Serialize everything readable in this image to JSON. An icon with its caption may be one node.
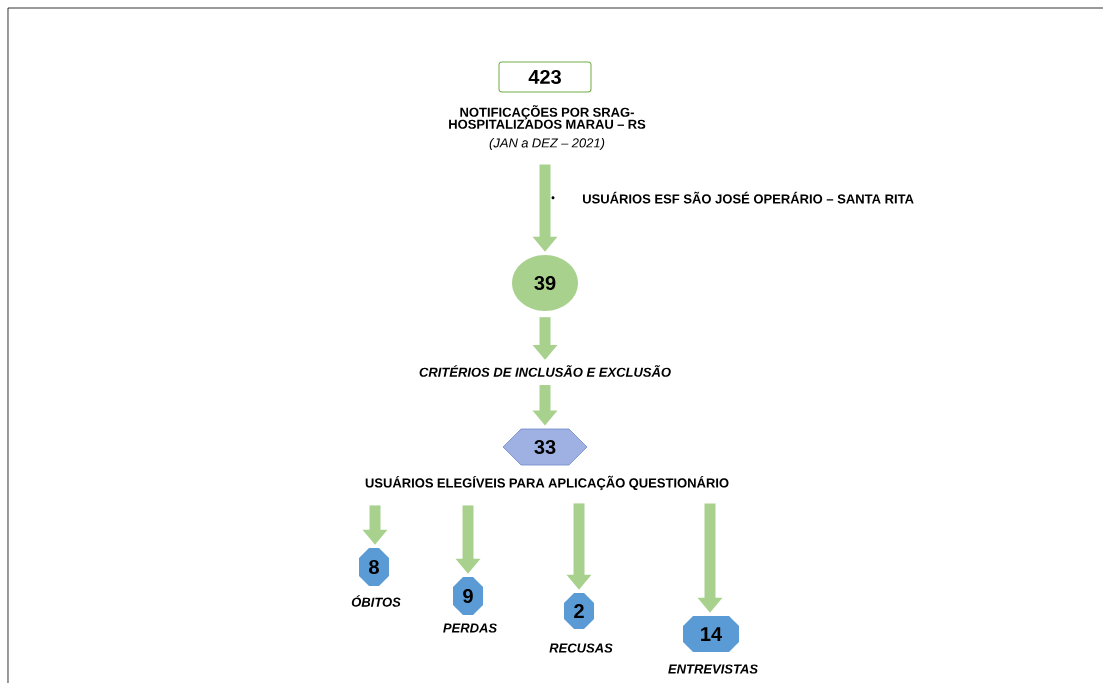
{
  "diagram": {
    "nodes": [
      {
        "text": [
          "423"
        ],
        "beside": [
          "NOTIFICAÇÕES POR SRAG-HOSPITALIZADOS MARAU – RS",
          "(JAN a DEZ – 2021)"
        ]
      },
      {
        "text": [
          "39"
        ]
      },
      {
        "text": [
          "CRITÉRIOS DE INCLUSÃO E EXCLUSÃO"
        ]
      },
      {
        "text": [
          "33"
        ],
        "beside": [
          "USUÁRIOS ELEGÍVEIS PARA APLICAÇÃO QUESTIONÁRIO"
        ]
      },
      {
        "text": [
          "8"
        ],
        "beside": [
          "ÓBITOS"
        ]
      },
      {
        "text": [
          "9"
        ],
        "beside": [
          "PERDAS"
        ]
      },
      {
        "text": [
          "2"
        ],
        "beside": [
          "RECUSAS"
        ]
      },
      {
        "text": [
          "14"
        ],
        "beside": [
          "ENTREVISTAS"
        ]
      }
    ],
    "edges": [
      {
        "from": 0,
        "to": 1,
        "arrow": "to",
        "label": "USUÁRIOS ESF SÃO JOSÉ OPERÁRIO – SANTA RITA"
      },
      {
        "from": 1,
        "to": 2,
        "arrow": "to"
      },
      {
        "from": 2,
        "to": 3,
        "arrow": "to"
      },
      {
        "from": 3,
        "to": 4,
        "arrow": "to"
      },
      {
        "from": 3,
        "to": 5,
        "arrow": "to"
      },
      {
        "from": 3,
        "to": 6,
        "arrow": "to"
      },
      {
        "from": 3,
        "to": 7,
        "arrow": "to"
      }
    ]
  }
}
